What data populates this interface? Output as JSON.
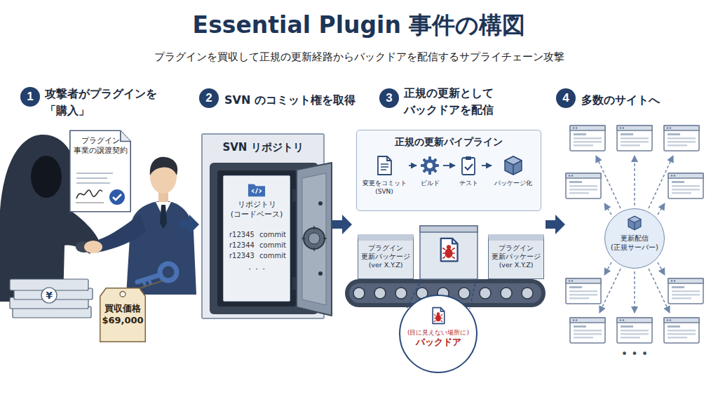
{
  "diagram": {
    "title": "Essential Plugin 事件の構図",
    "nodes": [
      {
        "text": [
          "1"
        ]
      },
      {
        "text": [
          "2"
        ]
      },
      {
        "text": [
          "3"
        ]
      },
      {
        "text": [
          "4"
        ]
      },
      {
        "text": [
          "プラグイン 事業の譲渡契約"
        ]
      },
      {
        "text": [
          "買収価格 $69,000"
        ]
      },
      {
        "text": [
          "SVN リポジトリ"
        ]
      },
      {
        "text": [
          "リポジトリ (コードベース)",
          "r12345 commit",
          "r12344 commit",
          "r12343 commit",
          "・・・"
        ],
        "in": 6
      },
      {
        "text": [
          "正規の更新パイプライン"
        ]
      },
      {
        "text": [
          "変更をコミット (SVN)"
        ],
        "in": 8
      },
      {
        "text": [
          "ビルド"
        ],
        "in": 8
      },
      {
        "text": [
          "テスト"
        ],
        "in": 8
      },
      {
        "text": [
          "パッケージ化"
        ],
        "in": 8
      },
      {
        "text": [
          "プラグイン 更新パッケージ (ver X.Y.Z)"
        ]
      },
      {
        "text": [
          "プラグイン 更新パッケージ (ver X.Y.Z)"
        ]
      },
      {
        "text": [
          "(目に見えない場所に)",
          "バックドア"
        ]
      },
      {
        "text": [
          "更新配信 (正規サーバー)"
        ]
      }
    ],
    "edges": [
      {
        "from": 9,
        "to": 10,
        "arrow": "to"
      },
      {
        "from": 10,
        "to": 11,
        "arrow": "to"
      },
      {
        "from": 11,
        "to": 12,
        "arrow": "to"
      }
    ],
    "labels": [
      "プラグインを買収して正規の更新経路からバックドアを配信するサプライチェーン攻撃",
      "攻撃者がプラグインを「購入」",
      "SVN のコミット権を取得",
      "正規の更新として バックドアを配信",
      "多数のサイトへ",
      "¥",
      "• • •"
    ]
  }
}
